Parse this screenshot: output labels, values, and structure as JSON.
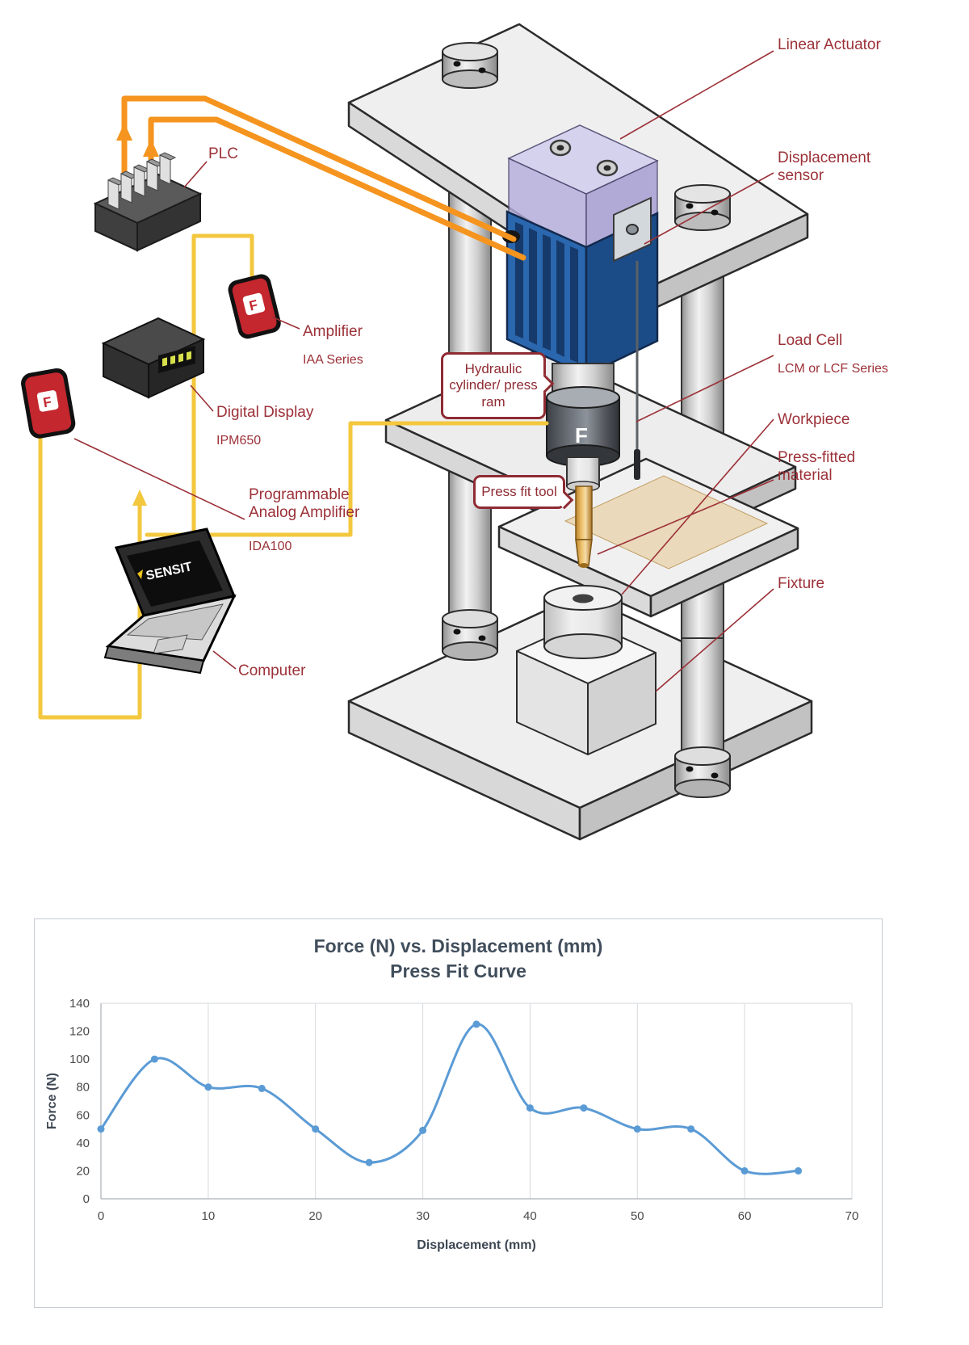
{
  "brand": {
    "letter": "F",
    "laptop_logo": "SENSIT"
  },
  "colors": {
    "label_red": "#9c3138",
    "callout_red": "#8f2b33",
    "wire_orange": "#f5941e",
    "wire_yellow": "#f3c73e",
    "actuator_blue": "#2a67ae",
    "chart_line_blue": "#5b9bd5"
  },
  "diagram": {
    "labels": {
      "linear_actuator": "Linear Actuator",
      "displacement_sensor": "Displacement sensor",
      "load_cell": "Load Cell",
      "load_cell_sub": "LCM or LCF Series",
      "workpiece": "Workpiece",
      "press_fitted_material": "Press-fitted material",
      "fixture": "Fixture",
      "plc": "PLC",
      "amplifier": "Amplifier",
      "amplifier_sub": "IAA Series",
      "digital_display": "Digital Display",
      "digital_display_sub": "IPM650",
      "programmable_analog_amplifier": "Programmable Analog Amplifier",
      "programmable_analog_amplifier_sub": "IDA100",
      "computer": "Computer"
    },
    "callouts": {
      "hydraulic": "Hydraulic cylinder/ press ram",
      "press_fit_tool": "Press fit tool"
    }
  },
  "chart_data": {
    "type": "line",
    "title_line1": "Force (N) vs. Displacement (mm)",
    "title_line2": "Press Fit Curve",
    "xlabel": "Displacement (mm)",
    "ylabel": "Force (N)",
    "x": [
      0,
      5,
      10,
      15,
      20,
      25,
      30,
      35,
      40,
      45,
      50,
      55,
      60,
      65
    ],
    "y": [
      50,
      100,
      80,
      79,
      50,
      26,
      49,
      125,
      65,
      65,
      50,
      50,
      20,
      20
    ],
    "xlim": [
      0,
      70
    ],
    "ylim": [
      0,
      140
    ],
    "x_ticks": [
      0,
      10,
      20,
      30,
      40,
      50,
      60,
      70
    ],
    "y_ticks": [
      0,
      20,
      40,
      60,
      80,
      100,
      120,
      140
    ],
    "line_color": "#5b9bd5",
    "grid": "vertical",
    "legend": "none"
  }
}
